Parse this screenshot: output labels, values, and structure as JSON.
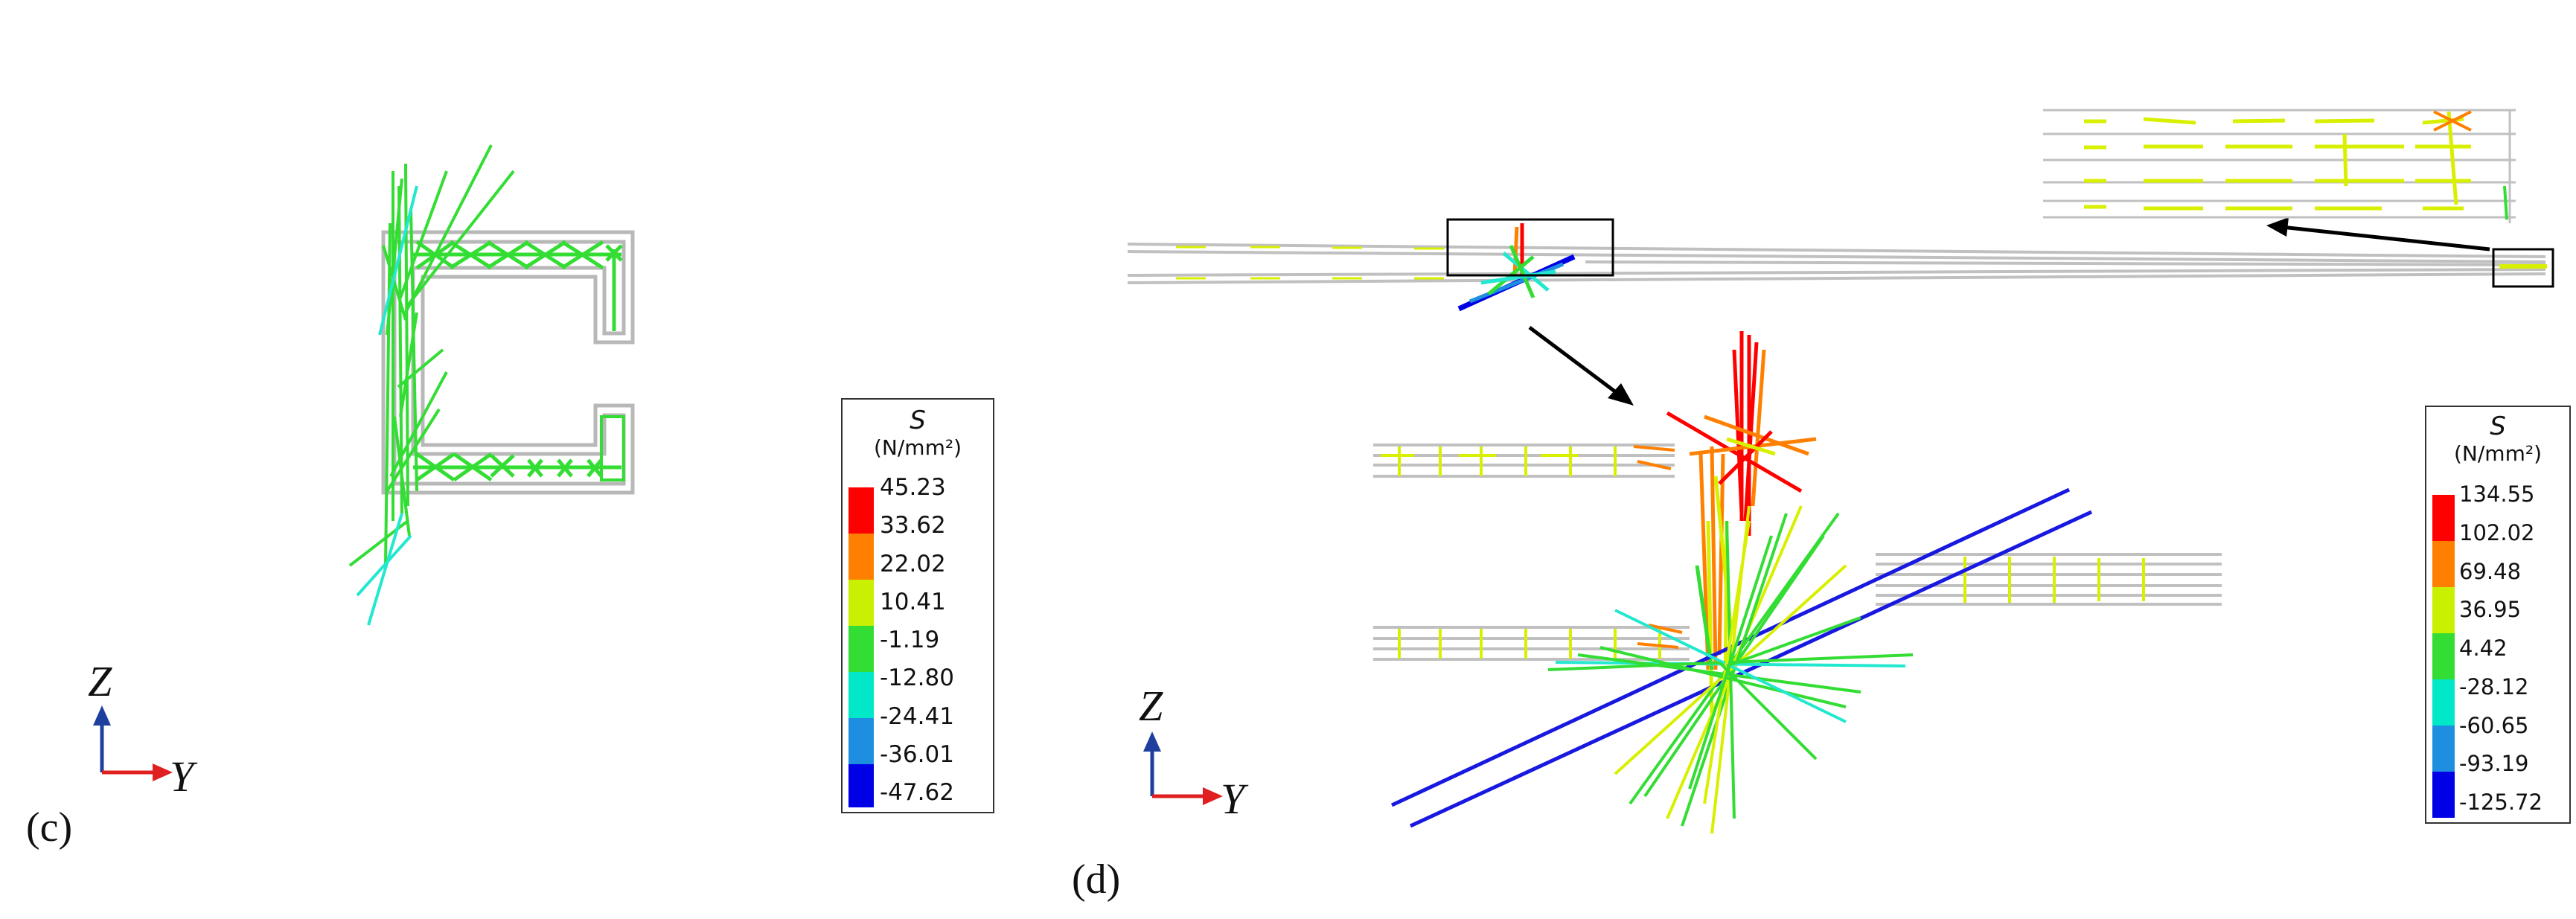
{
  "panels": [
    {
      "label": "(c)",
      "axes": {
        "vertical": "Z",
        "horizontal": "Y"
      },
      "legend": {
        "title": "S",
        "unit": "(N/mm²)",
        "values": [
          "45.23",
          "33.62",
          "22.02",
          "10.41",
          "-1.19",
          "-12.80",
          "-24.41",
          "-36.01",
          "-47.62"
        ]
      }
    },
    {
      "label": "(d)",
      "axes": {
        "vertical": "Z",
        "horizontal": "Y"
      },
      "legend": {
        "title": "S",
        "unit": "(N/mm²)",
        "values": [
          "134.55",
          "102.02",
          "69.48",
          "36.95",
          "4.42",
          "-28.12",
          "-60.65",
          "-93.19",
          "-125.72"
        ]
      }
    }
  ],
  "colors": {
    "scale": [
      "#ff0000",
      "#ff8000",
      "#c8f000",
      "#33dd33",
      "#00e8c8",
      "#1e8fe0",
      "#0000e6"
    ],
    "mesh": "#c8c8c8",
    "axis_z": "#1f3f9f",
    "axis_y": "#e02020"
  }
}
